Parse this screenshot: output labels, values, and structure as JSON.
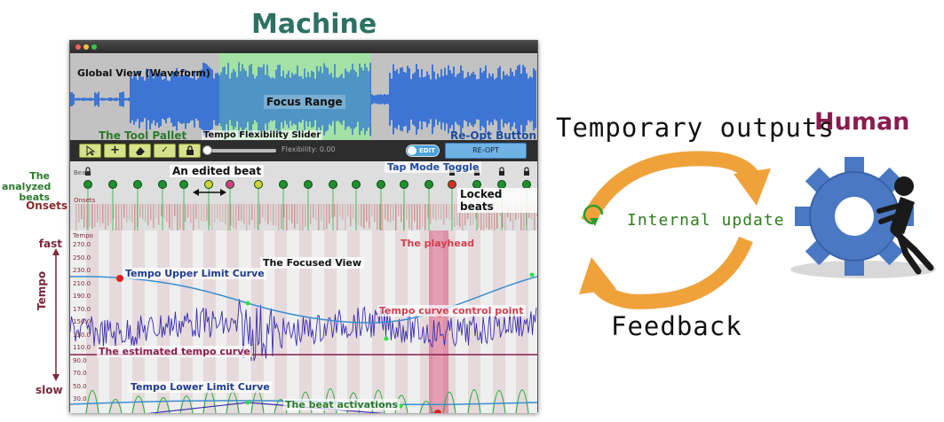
{
  "headings": {
    "machine": "Machine",
    "human": "Human"
  },
  "cycle": {
    "temporary_outputs": "Temporary outputs",
    "feedback": "Feedback",
    "internal_update": "Internal update"
  },
  "side_labels": {
    "analyzed_beats_line1": "The analyzed",
    "analyzed_beats_line2": "beats",
    "onsets": "Onsets",
    "fast": "fast",
    "tempo": "Tempo",
    "slow": "slow"
  },
  "ui": {
    "global_view": "Global View (Waveform)",
    "focus_range": "Focus Range",
    "tool_pallet": "The Tool Pallet",
    "tempo_flex_slider": "Tempo Flexibility Slider",
    "reopt_button_label": "Re-Opt Button",
    "flexibility_value": "Flexibility: 0.00",
    "edit_toggle": "EDIT",
    "reopt_button": "RE-OPT",
    "tap_mode_toggle": "Tap Mode Toggle",
    "beats_track": "Beats",
    "onsets_track": "Onsets",
    "tempo_track": "Tempo",
    "edited_beat": "An edited beat",
    "locked_beats": "Locked beats",
    "playhead": "The playhead",
    "focused_view": "The Focused View",
    "upper_limit": "Tempo Upper Limit Curve",
    "control_point": "Tempo curve control point",
    "estimated_curve": "The estimated tempo curve",
    "lower_limit": "Tempo Lower Limit Curve",
    "beat_activations": "The beat  activations",
    "tempo_ticks": [
      "270.0",
      "250.0",
      "230.0",
      "210.0",
      "190.0",
      "170.0",
      "150.0",
      "130.0",
      "110.0",
      "90.0",
      "70.0",
      "50.0",
      "30.0"
    ]
  },
  "colors": {
    "machine": "#2e7064",
    "human": "#8a1c4f",
    "arrows": "#f0a23a",
    "internal": "#2e7d1e",
    "waveform": "#1d62d8",
    "focus_highlight": "#a8e6a0",
    "beat_green": "#27b83a",
    "playhead": "#d83a6a",
    "gear": "#4a78c2"
  }
}
